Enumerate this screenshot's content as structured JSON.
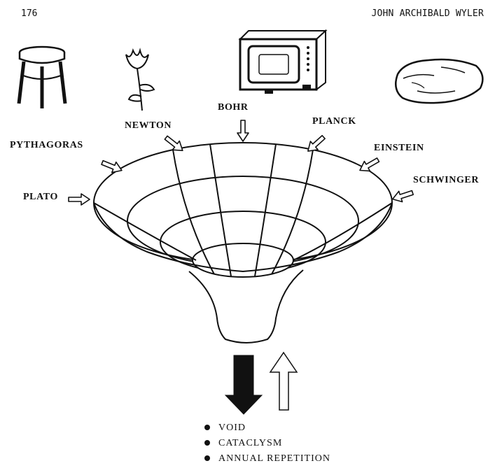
{
  "header": {
    "page_number": "176",
    "running_head": "JOHN ARCHIBALD WYLER"
  },
  "icons": [
    "stool-icon",
    "tulip-icon",
    "television-icon",
    "rock-icon"
  ],
  "names": {
    "pythagoras": "PYTHAGORAS",
    "plato": "PLATO",
    "newton": "NEWTON",
    "bohr": "BOHR",
    "planck": "PLANCK",
    "einstein": "EINSTEIN",
    "schwinger": "SCHWINGER"
  },
  "outcomes": [
    "VOID",
    "CATACLYSM",
    "ANNUAL REPETITION"
  ],
  "colors": {
    "ink": "#111111",
    "paper": "#ffffff"
  }
}
